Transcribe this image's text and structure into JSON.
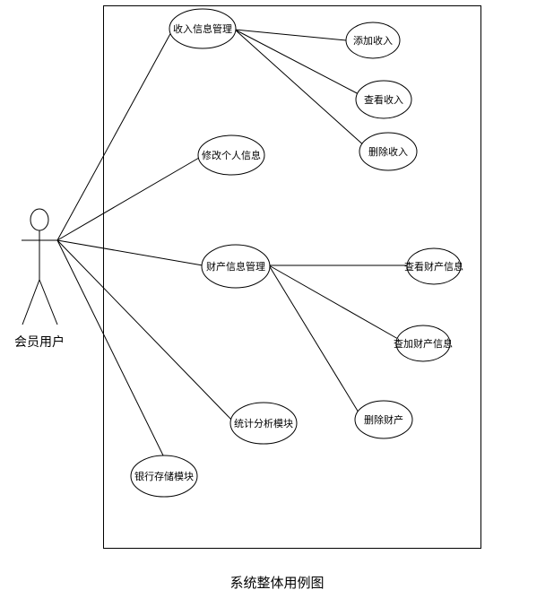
{
  "caption": "系统整体用例图",
  "actor": {
    "label": "会员用户"
  },
  "usecases": {
    "income_mgmt": "收入信息管理",
    "add_income": "添加收入",
    "view_income": "查看收入",
    "delete_income": "删除收入",
    "edit_profile": "修改个人信息",
    "property_mgmt": "财产信息管理",
    "view_property": "查看财产信息",
    "add_property": "查加财产信息",
    "delete_property": "删除财产",
    "statistics": "统计分析模块",
    "bank_storage": "银行存储模块"
  }
}
